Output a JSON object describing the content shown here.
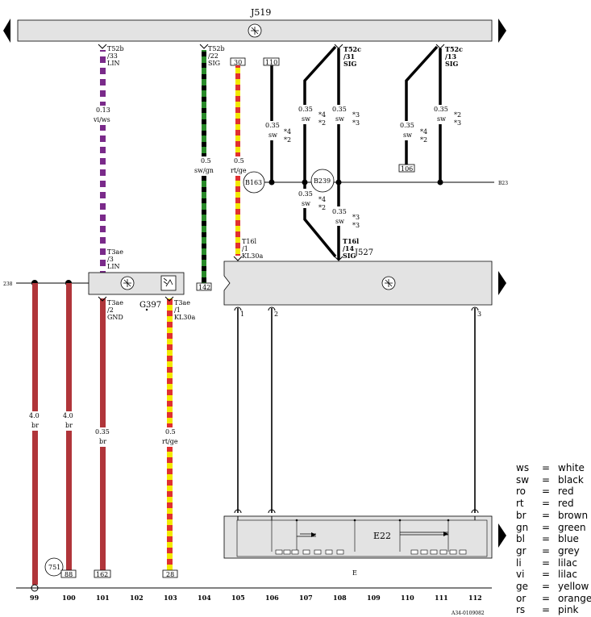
{
  "components": {
    "top_module": "J519",
    "right_module": "J527",
    "sensor": "G397",
    "subunit": "E22",
    "bottom_unit": "E",
    "earth_points": [
      "B163",
      "B239"
    ],
    "ref_751": "751",
    "ref_B23": "B23",
    "ref_238": "238"
  },
  "connectors": {
    "t52b_33": [
      "T52b",
      "/33",
      "LIN"
    ],
    "t52b_22": [
      "T52b",
      "/22",
      "SIG"
    ],
    "t52c_31": [
      "T52c",
      "/31",
      "SIG"
    ],
    "t52c_13": [
      "T52c",
      "/13",
      "SIG"
    ],
    "t3ae_3": [
      "T3ae",
      "/3",
      "LIN"
    ],
    "t3ae_2": [
      "T3ae",
      "/2",
      "GND"
    ],
    "t3ae_1": [
      "T3ae",
      "/1",
      "KL30a"
    ],
    "t16l_1": [
      "T16l",
      "/1",
      "KL30a"
    ],
    "t16l_14": [
      "T16l",
      "/14",
      "SIG"
    ]
  },
  "boxes": {
    "b30": "30",
    "b110": "110",
    "b106": "106",
    "b142": "142",
    "b88": "88",
    "b162": "162",
    "b28": "28"
  },
  "wires": {
    "w1": [
      "0.13",
      "vi/ws"
    ],
    "w2": [
      "0.5",
      "sw/gn"
    ],
    "w3": [
      "0.5",
      "rt/ge"
    ],
    "w4": [
      "0.35",
      "sw"
    ],
    "w5": [
      "0.35",
      "sw"
    ],
    "w6": [
      "0.35",
      "sw"
    ],
    "w7": [
      "0.35",
      "sw"
    ],
    "w8": [
      "0.35",
      "sw"
    ],
    "w9": [
      "0.35",
      "sw"
    ],
    "w10": [
      "0.35",
      "sw"
    ],
    "w11": [
      "4.0",
      "br"
    ],
    "w12": [
      "4.0",
      "br"
    ],
    "w13": [
      "0.35",
      "br"
    ],
    "w14": [
      "0.5",
      "rt/ge"
    ]
  },
  "footnotes": {
    "pair_4_2": [
      "*4",
      "*2"
    ],
    "pair_3_3": [
      "*3",
      "*3"
    ],
    "pair_2_3": [
      "*2",
      "*3"
    ]
  },
  "pins": [
    "1",
    "2",
    "3"
  ],
  "column_numbers": [
    "99",
    "100",
    "101",
    "102",
    "103",
    "104",
    "105",
    "106",
    "107",
    "108",
    "109",
    "110",
    "111",
    "112"
  ],
  "doc_id": "A34-0109082",
  "legend": [
    {
      "abbr": "ws",
      "eq": "=",
      "name": "white"
    },
    {
      "abbr": "sw",
      "eq": "=",
      "name": "black"
    },
    {
      "abbr": "ro",
      "eq": "=",
      "name": "red"
    },
    {
      "abbr": "rt",
      "eq": "=",
      "name": "red"
    },
    {
      "abbr": "br",
      "eq": "=",
      "name": "brown"
    },
    {
      "abbr": "gn",
      "eq": "=",
      "name": "green"
    },
    {
      "abbr": "bl",
      "eq": "=",
      "name": "blue"
    },
    {
      "abbr": "gr",
      "eq": "=",
      "name": "grey"
    },
    {
      "abbr": "li",
      "eq": "=",
      "name": "lilac"
    },
    {
      "abbr": "vi",
      "eq": "=",
      "name": "lilac"
    },
    {
      "abbr": "ge",
      "eq": "=",
      "name": "yellow"
    },
    {
      "abbr": "or",
      "eq": "=",
      "name": "orange"
    },
    {
      "abbr": "rs",
      "eq": "=",
      "name": "pink"
    }
  ],
  "colors": {
    "module_fill": "#e3e3e3",
    "brown_wire": "#b0353a",
    "violet": "#7a2a8a",
    "green": "#2a8a2a",
    "yellow": "#f2ea00",
    "red": "#e03030",
    "black": "#000000"
  }
}
